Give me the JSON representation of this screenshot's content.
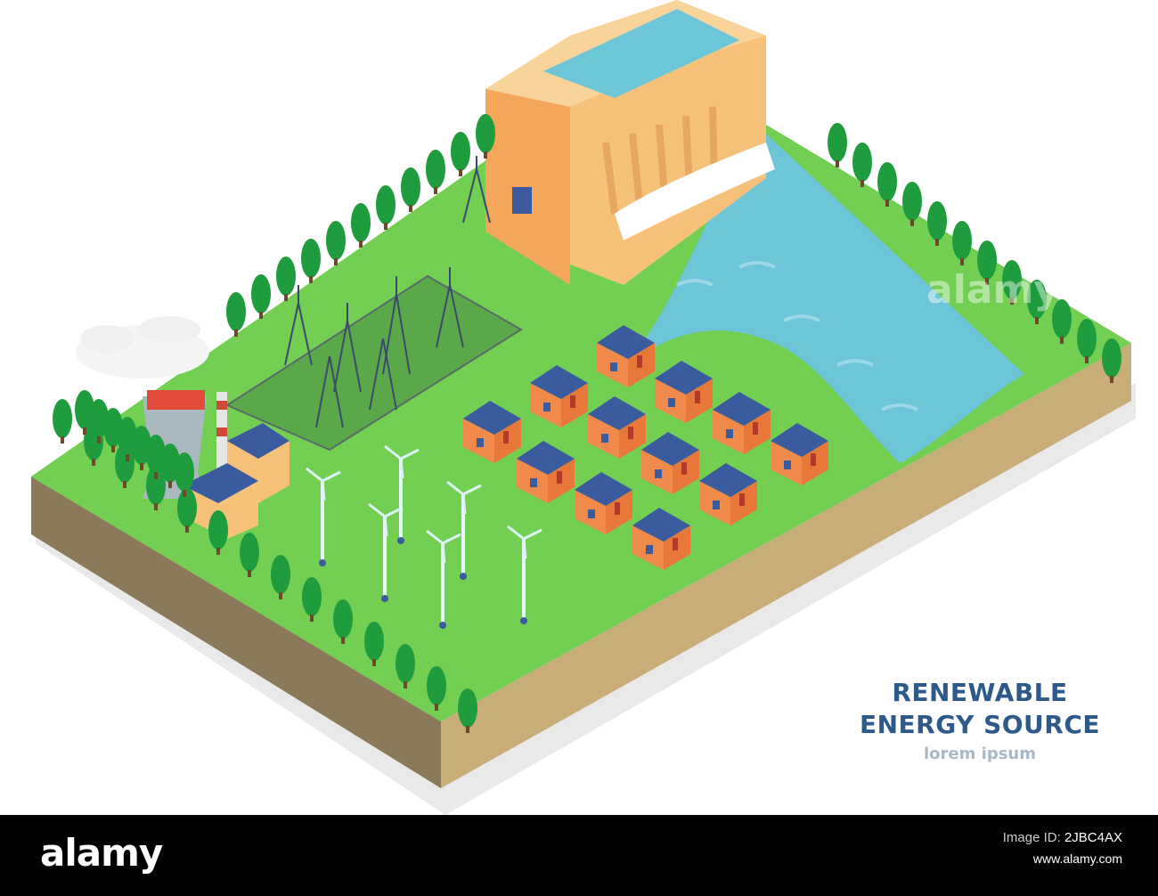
{
  "title": {
    "line1": "RENEWABLE",
    "line2": "ENERGY SOURCE",
    "subtitle": "lorem ipsum"
  },
  "watermark": "alamy",
  "footer": {
    "brand": "alamy",
    "image_id_label": "Image ID:",
    "image_id": "2JBC4AX",
    "url": "www.alamy.com"
  },
  "colors": {
    "grass": "#6fcf4f",
    "soil_side": "#8a7a5a",
    "soil_front": "#c9ad78",
    "water": "#6cc6d8",
    "dam": "#f6c27a",
    "tree": "#1f9c3e",
    "roof": "#3a5b9e",
    "house_wall": "#f08a4a",
    "title": "#2d5a8a"
  }
}
